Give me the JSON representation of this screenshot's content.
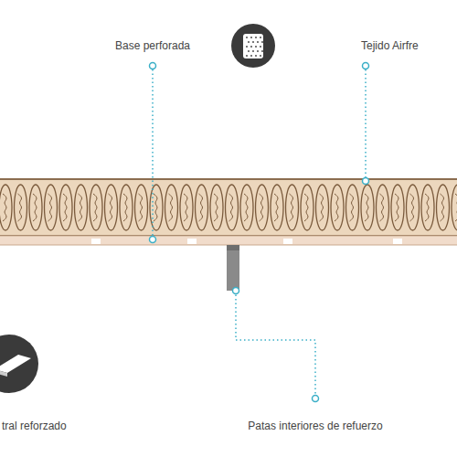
{
  "diagram": {
    "labels": [
      "Base perforada",
      "Tejido Airfre",
      "tral reforzado",
      "Patas interiores de refuerzo"
    ]
  }
}
